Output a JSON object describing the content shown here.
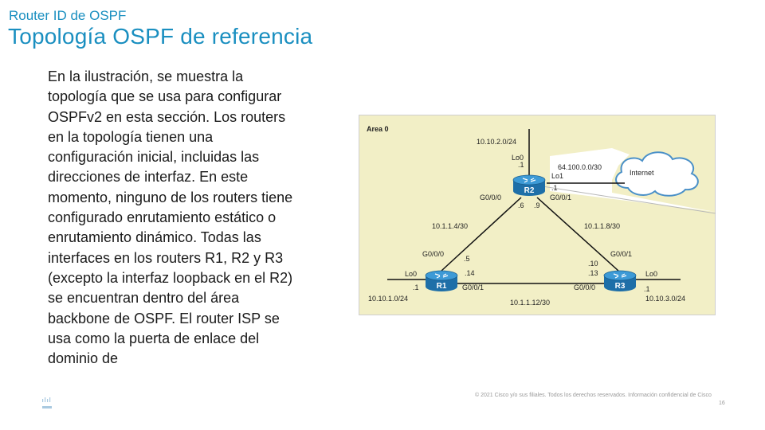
{
  "header": {
    "kicker": "Router ID de OSPF",
    "title": "Topología OSPF de referencia"
  },
  "body": {
    "paragraph": "En la ilustración, se muestra la topología que se usa para configurar OSPFv2 en esta sección. Los routers en la topología tienen una configuración inicial, incluidas las direcciones de interfaz. En este momento, ninguno de los routers tiene configurado enrutamiento estático o enrutamiento dinámico. Todas las interfaces en los routers R1, R2 y R3 (excepto la interfaz loopback en el R2) se encuentran dentro del área backbone de OSPF. El router ISP se usa como la puerta de enlace del dominio de"
  },
  "diagram": {
    "area_label": "Area 0",
    "cloud_label": "Internet",
    "routers": {
      "r1": "R1",
      "r2": "R2",
      "r3": "R3"
    },
    "networks": {
      "r2_lo0": "10.10.2.0/24",
      "r2_lo1": "64.100.0.0/30",
      "r1_r2": "10.1.1.4/30",
      "r2_r3": "10.1.1.8/30",
      "r1_r3": "10.1.1.12/30",
      "r1_lo0": "10.10.1.0/24",
      "r3_lo0": "10.10.3.0/24"
    },
    "interfaces": {
      "r2_lo0": "Lo0",
      "r2_lo0_host": ".1",
      "r2_lo1": "Lo1",
      "r2_lo1_host": ".1",
      "r2_g000": "G0/0/0",
      "r2_g001": "G0/0/1",
      "r2_g000_host": ".6",
      "r2_g001_host": ".9",
      "r1_g000": "G0/0/0",
      "r1_g000_host": ".5",
      "r1_g001_host": ".14",
      "r1_g001": "G0/0/1",
      "r1_lo0": "Lo0",
      "r1_lo0_host": ".1",
      "r3_g001": "G0/0/1",
      "r3_g001_host": ".10",
      "r3_g000_host": ".13",
      "r3_g000": "G0/0/0",
      "r3_lo0": "Lo0",
      "r3_lo0_host": ".1"
    }
  },
  "footer": {
    "copyright": "© 2021 Cisco y/o sus filiales. Todos los derechos reservados.    Información confidencial de Cisco",
    "page": "16"
  }
}
